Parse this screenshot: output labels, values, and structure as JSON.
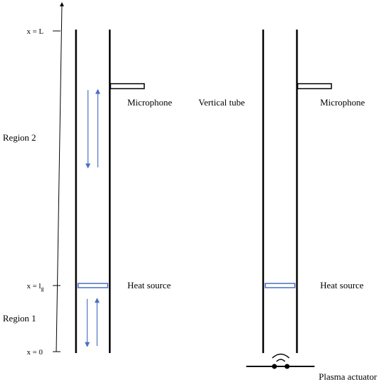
{
  "axis": {
    "x_L": "x = L",
    "x_lg_main": "x = l",
    "x_lg_sub": "g",
    "x_0": "x = 0"
  },
  "regions": {
    "region2": "Region 2",
    "region1": "Region 1"
  },
  "left_tube": {
    "microphone": "Microphone",
    "heat_source": "Heat source"
  },
  "right_tube": {
    "title": "Vertical tube",
    "microphone": "Microphone",
    "heat_source": "Heat source",
    "actuator": "Plasma actuator"
  },
  "colors": {
    "arrow": "#4a6fc0",
    "heat_source_stroke": "#4a6fc0",
    "line": "#000000"
  }
}
